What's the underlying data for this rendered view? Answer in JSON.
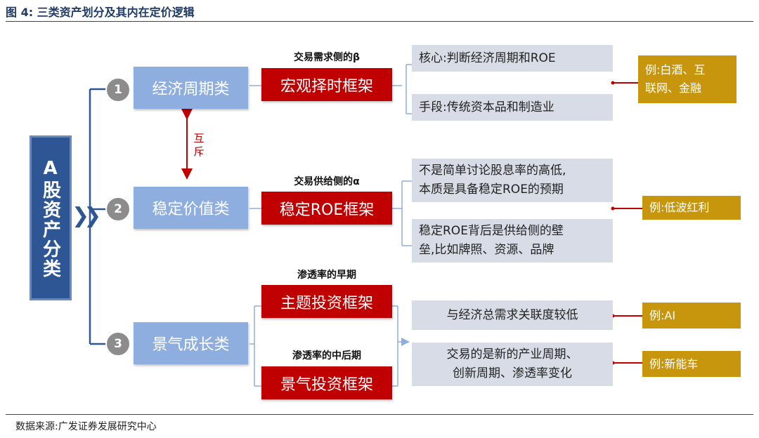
{
  "title": "图 4:  三类资产划分及其内在定价逻辑",
  "source": "数据来源:广发证券发展研究中心",
  "left_box": "A股资产分类",
  "mutual_exclusive": "互斥",
  "categories": [
    {
      "num": "1",
      "label": "经济周期类"
    },
    {
      "num": "2",
      "label": "稳定价值类"
    },
    {
      "num": "3",
      "label": "景气成长类"
    }
  ],
  "frameworks": [
    {
      "top_label": "交易需求侧的β",
      "label": "宏观择时框架"
    },
    {
      "top_label": "交易供给侧的α",
      "label": "稳定ROE框架"
    },
    {
      "top_label": "渗透率的早期",
      "label": "主题投资框架"
    },
    {
      "top_label": "渗透率的中后期",
      "label": "景气投资框架"
    }
  ],
  "descriptions": [
    {
      "lines": [
        "核心:判断经济周期和ROE"
      ]
    },
    {
      "lines": [
        "手段:传统资本品和制造业"
      ]
    },
    {
      "lines": [
        "不是简单讨论股息率的高低,",
        "本质是具备稳定ROE的预期"
      ]
    },
    {
      "lines": [
        "稳定ROE背后是供给侧的壁",
        "垒,比如牌照、资源、品牌"
      ]
    },
    {
      "lines": [
        "与经济总需求关联度较低"
      ]
    },
    {
      "lines": [
        "交易的是新的产业周期、",
        "创新周期、渗透率变化"
      ]
    }
  ],
  "examples": [
    {
      "lines": [
        "例:白酒、互",
        "联网、金融"
      ]
    },
    {
      "lines": [
        "例:低波红利"
      ]
    },
    {
      "lines": [
        "例:AI"
      ]
    },
    {
      "lines": [
        "例:新能车"
      ]
    }
  ],
  "colors": {
    "navy": "#2e5694",
    "category_blue": "#8eaee0",
    "framework_red": "#c00000",
    "description_gray": "#d7dce6",
    "example_gold": "#c8960c"
  }
}
